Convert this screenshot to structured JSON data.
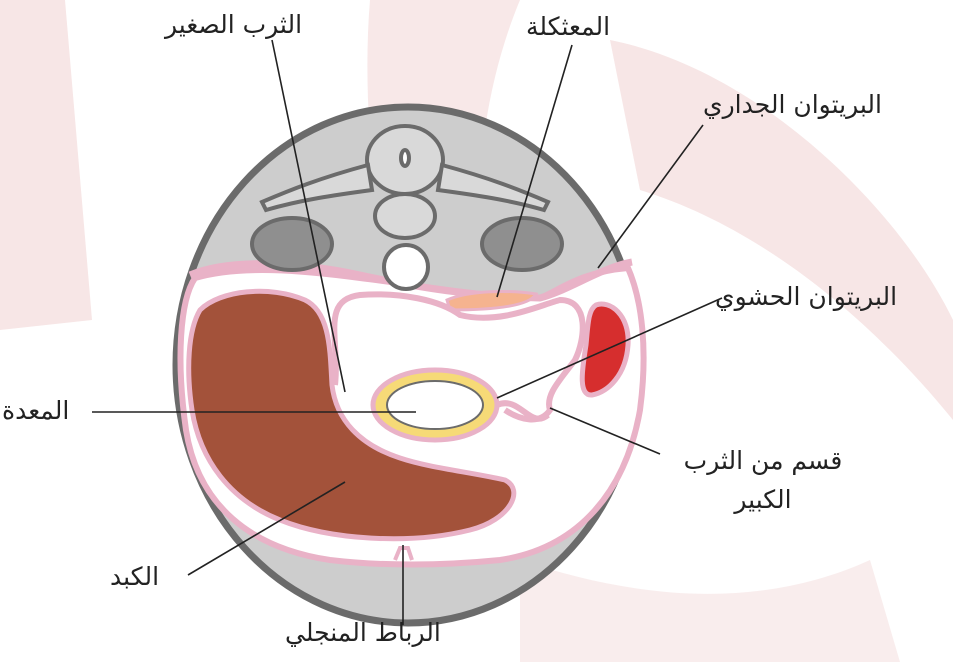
{
  "colors": {
    "outline": "#6b6b6b",
    "body_gray": "#cdcdcd",
    "peritoneum_pink": "#e9b2c7",
    "liver": "#a3523a",
    "stomach_wall": "#f6da77",
    "spleen": "#d62e2e",
    "pancreas": "#f5b38f",
    "kidney": "#8f8f8f",
    "watermark": "#f7e6e6"
  },
  "icons": [
    "watermark-logo"
  ],
  "labels": {
    "lesser_omentum": "الثرب الصغير",
    "lesser_sac": "المعثكلة",
    "parietal_peritoneum": "البريتوان الجداري",
    "visceral_peritoneum": "البريتوان الحشوي",
    "stomach": "المعدة",
    "greater_omentum_line1": "قسم من الثرب",
    "greater_omentum_line2": "الكبير",
    "liver": "الكبد",
    "falciform_ligament": "الرباط المنجلي"
  }
}
